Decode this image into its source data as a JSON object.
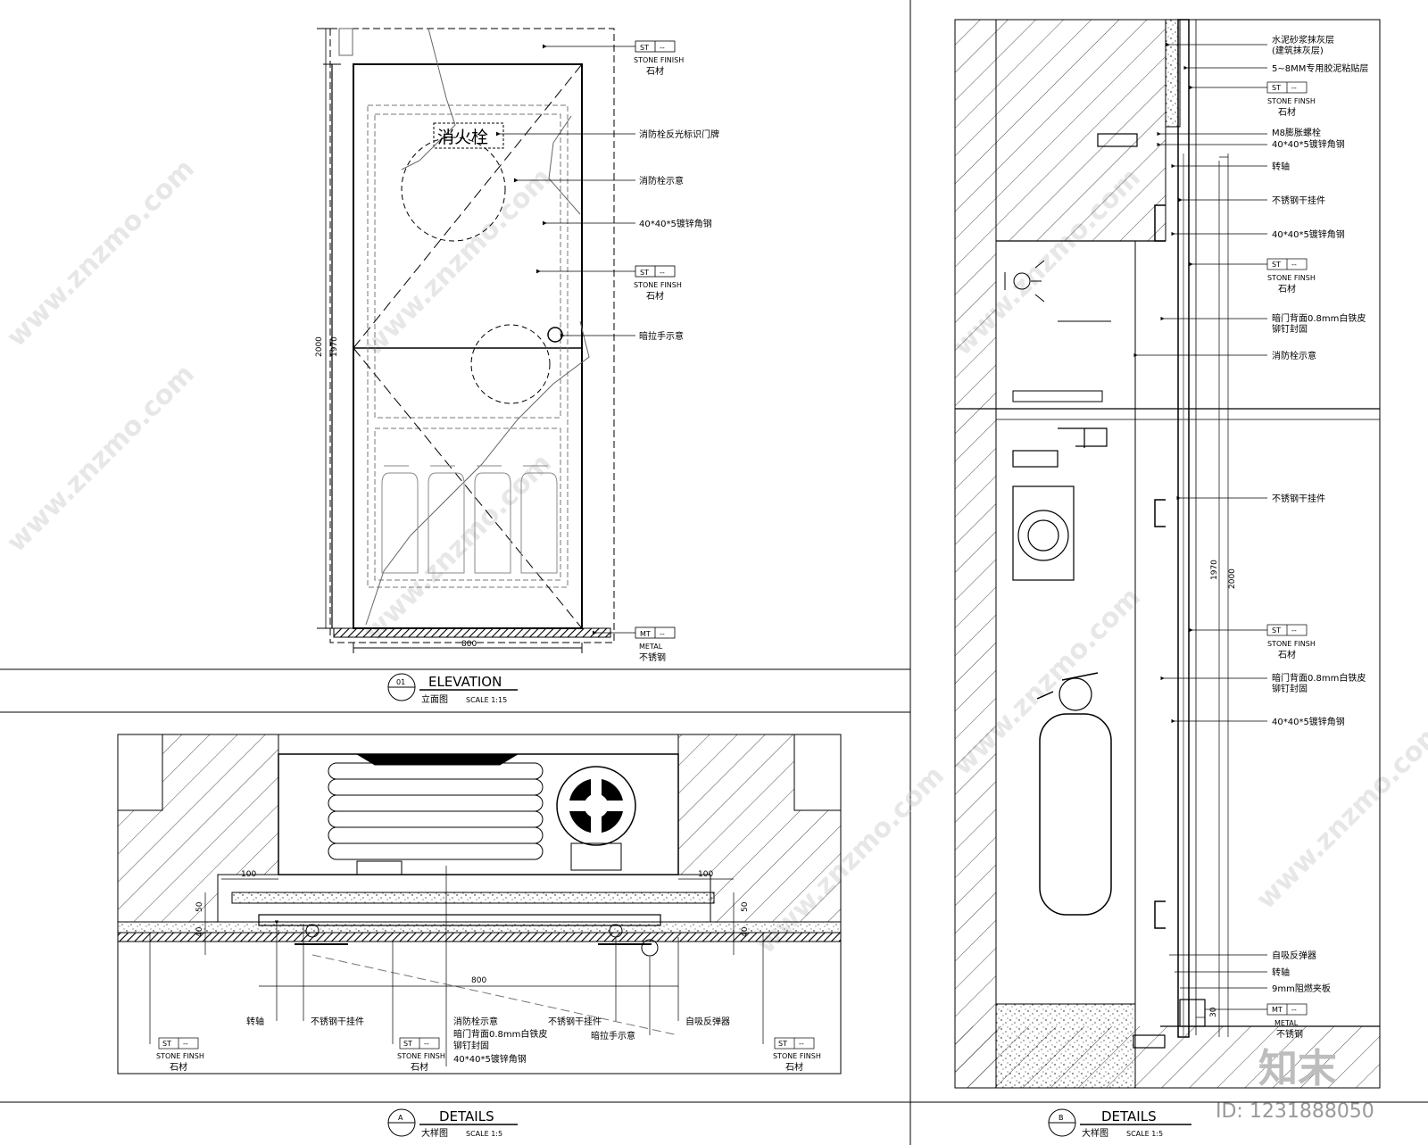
{
  "elevation": {
    "badge": "01",
    "title": "ELEVATION",
    "subtitle": "立面图",
    "scale": "SCALE  1:15",
    "sign_text": "消火栓",
    "dims": {
      "width": "800",
      "height_outer": "2000",
      "height_inner": "1970"
    },
    "callouts": [
      {
        "code": "ST",
        "code2": "--",
        "l1": "STONE FINISH",
        "l2": "石材"
      },
      {
        "text": "消防栓反光标识门牌"
      },
      {
        "text": "消防栓示意"
      },
      {
        "text": "40*40*5镀锌角钢"
      },
      {
        "code": "ST",
        "code2": "--",
        "l1": "STONE FINSH",
        "l2": "石材"
      },
      {
        "text": "暗拉手示意"
      },
      {
        "code": "MT",
        "code2": "--",
        "l1": "METAL",
        "l2": "不锈钢"
      }
    ]
  },
  "detail_a": {
    "badge": "A",
    "title": "DETAILS",
    "subtitle": "大样图",
    "scale": "SCALE  1:5",
    "dims": {
      "left": "100",
      "right": "100",
      "v1": "50",
      "v2": "40",
      "v3": "50",
      "v4": "40",
      "width": "800"
    },
    "labels": [
      {
        "code": "ST",
        "code2": "--",
        "l1": "STONE FINSH",
        "l2": "石材"
      },
      {
        "text": "转轴"
      },
      {
        "text": "不锈钢干挂件"
      },
      {
        "code": "ST",
        "code2": "--",
        "l1": "STONE FINSH",
        "l2": "石材"
      },
      {
        "text": "消防栓示意"
      },
      {
        "text": "暗门背面0.8mm白铁皮"
      },
      {
        "text": "铆钉封固"
      },
      {
        "text": "40*40*5镀锌角钢"
      },
      {
        "text": "不锈钢干挂件"
      },
      {
        "text": "暗拉手示意"
      },
      {
        "text": "自吸反弹器"
      },
      {
        "code": "ST",
        "code2": "--",
        "l1": "STONE FINSH",
        "l2": "石材"
      }
    ]
  },
  "detail_b": {
    "badge": "B",
    "title": "DETAILS",
    "subtitle": "大样图",
    "scale": "SCALE  1:5",
    "dims": {
      "h1": "1970",
      "h2": "2000",
      "v": "30"
    },
    "labels": [
      {
        "text": "水泥砂浆抹灰层"
      },
      {
        "text": "(建筑抹灰层)"
      },
      {
        "text": "5~8MM专用胶泥粘贴层"
      },
      {
        "code": "ST",
        "code2": "--",
        "l1": "STONE FINSH",
        "l2": "石材"
      },
      {
        "text": "M8膨胀螺栓"
      },
      {
        "text": "40*40*5镀锌角钢"
      },
      {
        "text": "转轴"
      },
      {
        "text": "不锈钢干挂件"
      },
      {
        "text": "40*40*5镀锌角钢"
      },
      {
        "code": "ST",
        "code2": "--",
        "l1": "STONE FINSH",
        "l2": "石材"
      },
      {
        "text": "暗门背面0.8mm白铁皮"
      },
      {
        "text": "铆钉封固"
      },
      {
        "text": "消防栓示意"
      },
      {
        "text": "不锈钢干挂件"
      },
      {
        "code": "ST",
        "code2": "--",
        "l1": "STONE FINSH",
        "l2": "石材"
      },
      {
        "text": "暗门背面0.8mm白铁皮"
      },
      {
        "text": "铆钉封固"
      },
      {
        "text": "40*40*5镀锌角钢"
      },
      {
        "text": "自吸反弹器"
      },
      {
        "text": "转轴"
      },
      {
        "text": "9mm阻燃夹板"
      },
      {
        "code": "MT",
        "code2": "--",
        "l1": "METAL",
        "l2": "不锈钢"
      }
    ]
  },
  "watermark": {
    "text": "www.znzmo.com",
    "logo": "知末",
    "id": "ID: 1231888050"
  }
}
